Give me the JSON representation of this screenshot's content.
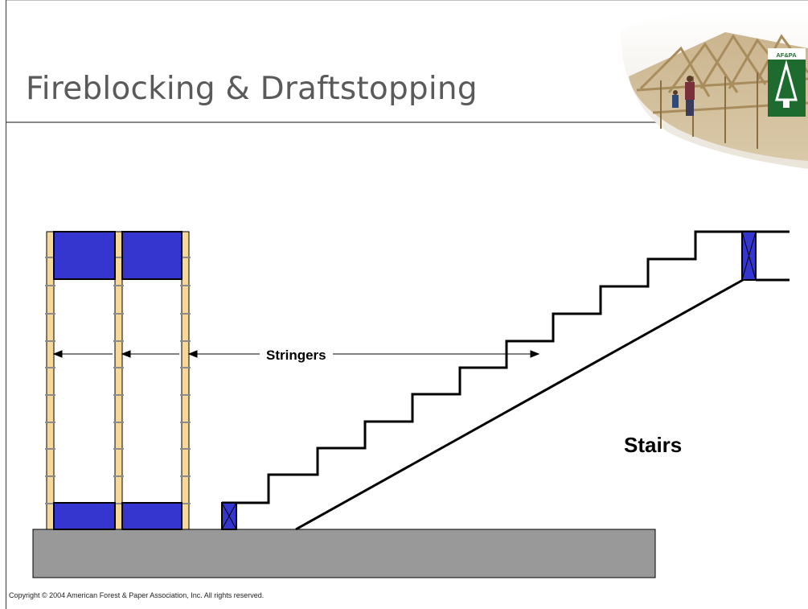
{
  "slide": {
    "title": "Fireblocking & Draftstopping",
    "copyright": "Copyright © 2004 American Forest & Paper Association, Inc.  All rights reserved."
  },
  "logo": {
    "text": "AF&PA"
  },
  "diagram": {
    "stringers_label": "Stringers",
    "stairs_label": "Stairs"
  },
  "colors": {
    "blocking": "#3535d0",
    "stringer": "#f8d898",
    "floor": "#999999",
    "logo_green": "#1d6b2e"
  }
}
